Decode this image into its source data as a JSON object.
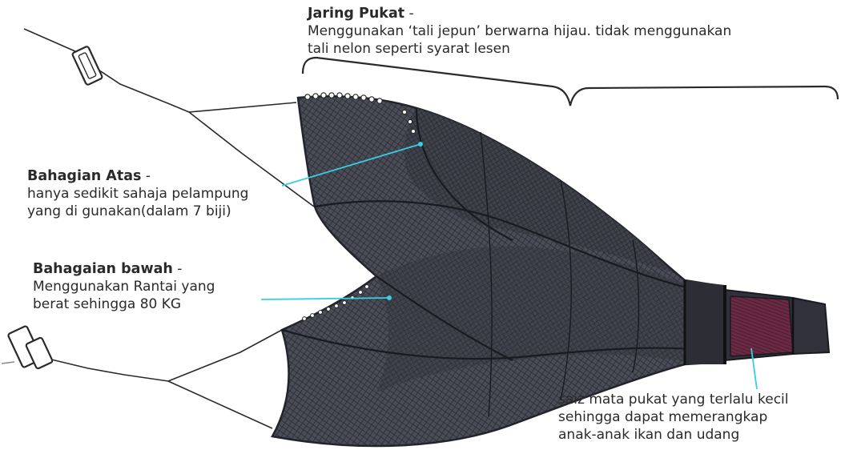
{
  "labels": {
    "jaring": {
      "title": "Jaring Pukat",
      "dash": " -",
      "lines": [
        "Menggunakan ‘tali jepun’ berwarna hijau. tidak menggunakan",
        "tali nelon seperti syarat lesen"
      ]
    },
    "atas": {
      "title": "Bahagian Atas",
      "dash": " -",
      "lines": [
        "hanya sedikit sahaja pelampung",
        "yang di gunakan(dalam 7 biji)"
      ]
    },
    "bawah": {
      "title": "Bahagaian bawah",
      "dash": " -",
      "lines": [
        "Menggunakan Rantai yang",
        "berat sehingga 80 KG"
      ]
    },
    "saiz": {
      "lines": [
        "saiz mata pukat yang terlalu kecil",
        "sehingga dapat memerangkap",
        "anak-anak ikan dan udang"
      ]
    }
  },
  "colors": {
    "net": "#3b3d47",
    "net_dark": "#22232b",
    "codend": "#6b2a44",
    "pointer": "#36cfe0",
    "line": "#2a2a2a"
  }
}
